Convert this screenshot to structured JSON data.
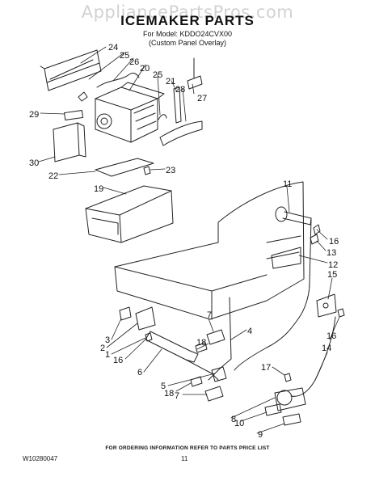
{
  "watermark": "AppliancePartsPros.com",
  "header": {
    "title": "ICEMAKER PARTS",
    "model_line": "For Model: KDDO24CVX00",
    "variant_line": "(Custom Panel Overlay)"
  },
  "callouts": [
    "24",
    "25",
    "26",
    "20",
    "25",
    "21",
    "27",
    "28",
    "29",
    "30",
    "22",
    "23",
    "19",
    "11",
    "16",
    "13",
    "12",
    "15",
    "3",
    "2",
    "1",
    "16",
    "7",
    "4",
    "18",
    "6",
    "5",
    "18",
    "7",
    "17",
    "16",
    "14",
    "8",
    "10",
    "9"
  ],
  "footer": {
    "order_info": "FOR ORDERING INFORMATION REFER TO PARTS PRICE LIST",
    "doc_code": "W10280047",
    "page_number": "11"
  }
}
